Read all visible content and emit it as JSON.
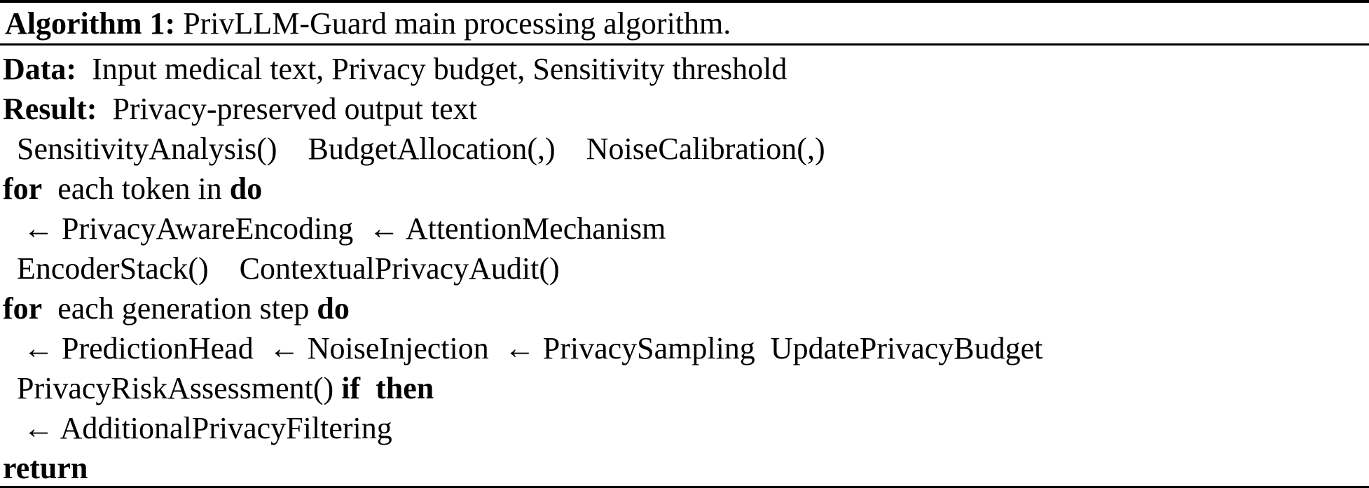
{
  "page": {
    "background_color": "#ffffff",
    "text_color": "#000000",
    "rule_color": "#000000"
  },
  "algorithm": {
    "header": {
      "segments": [
        {
          "text": "Algorithm 1:",
          "bold": true
        },
        {
          "text": " PrivLLM-Guard main processing algorithm.",
          "bold": false
        }
      ]
    },
    "lines": [
      {
        "indent": 0,
        "segments": [
          {
            "text": "Data:",
            "bold": true
          },
          {
            "text": "  Input medical text, Privacy budget, Sensitivity threshold",
            "bold": false
          }
        ]
      },
      {
        "indent": 0,
        "segments": [
          {
            "text": "Result:",
            "bold": true
          },
          {
            "text": "  Privacy-preserved output text",
            "bold": false
          }
        ]
      },
      {
        "indent": 1,
        "segments": [
          {
            "text": "SensitivityAnalysis()    BudgetAllocation(,)    NoiseCalibration(,)",
            "bold": false
          }
        ]
      },
      {
        "indent": 0,
        "segments": [
          {
            "text": "for",
            "bold": true
          },
          {
            "text": "  each token in ",
            "bold": false
          },
          {
            "text": "do",
            "bold": true
          }
        ]
      },
      {
        "indent": 2,
        "segments": [
          {
            "text": "← PrivacyAwareEncoding  ← AttentionMechanism",
            "bold": false
          }
        ]
      },
      {
        "indent": 1,
        "segments": [
          {
            "text": "EncoderStack()    ContextualPrivacyAudit()",
            "bold": false
          }
        ]
      },
      {
        "indent": 0,
        "segments": [
          {
            "text": "for",
            "bold": true
          },
          {
            "text": "  each generation step ",
            "bold": false
          },
          {
            "text": "do",
            "bold": true
          }
        ]
      },
      {
        "indent": 2,
        "segments": [
          {
            "text": "← PredictionHead  ← NoiseInjection  ← PrivacySampling  UpdatePrivacyBudget",
            "bold": false
          }
        ]
      },
      {
        "indent": 1,
        "segments": [
          {
            "text": "PrivacyRiskAssessment() ",
            "bold": false
          },
          {
            "text": "if  then",
            "bold": true
          }
        ]
      },
      {
        "indent": 2,
        "segments": [
          {
            "text": "← AdditionalPrivacyFiltering",
            "bold": false
          }
        ]
      },
      {
        "indent": 0,
        "segments": [
          {
            "text": "return",
            "bold": true
          }
        ]
      }
    ]
  }
}
